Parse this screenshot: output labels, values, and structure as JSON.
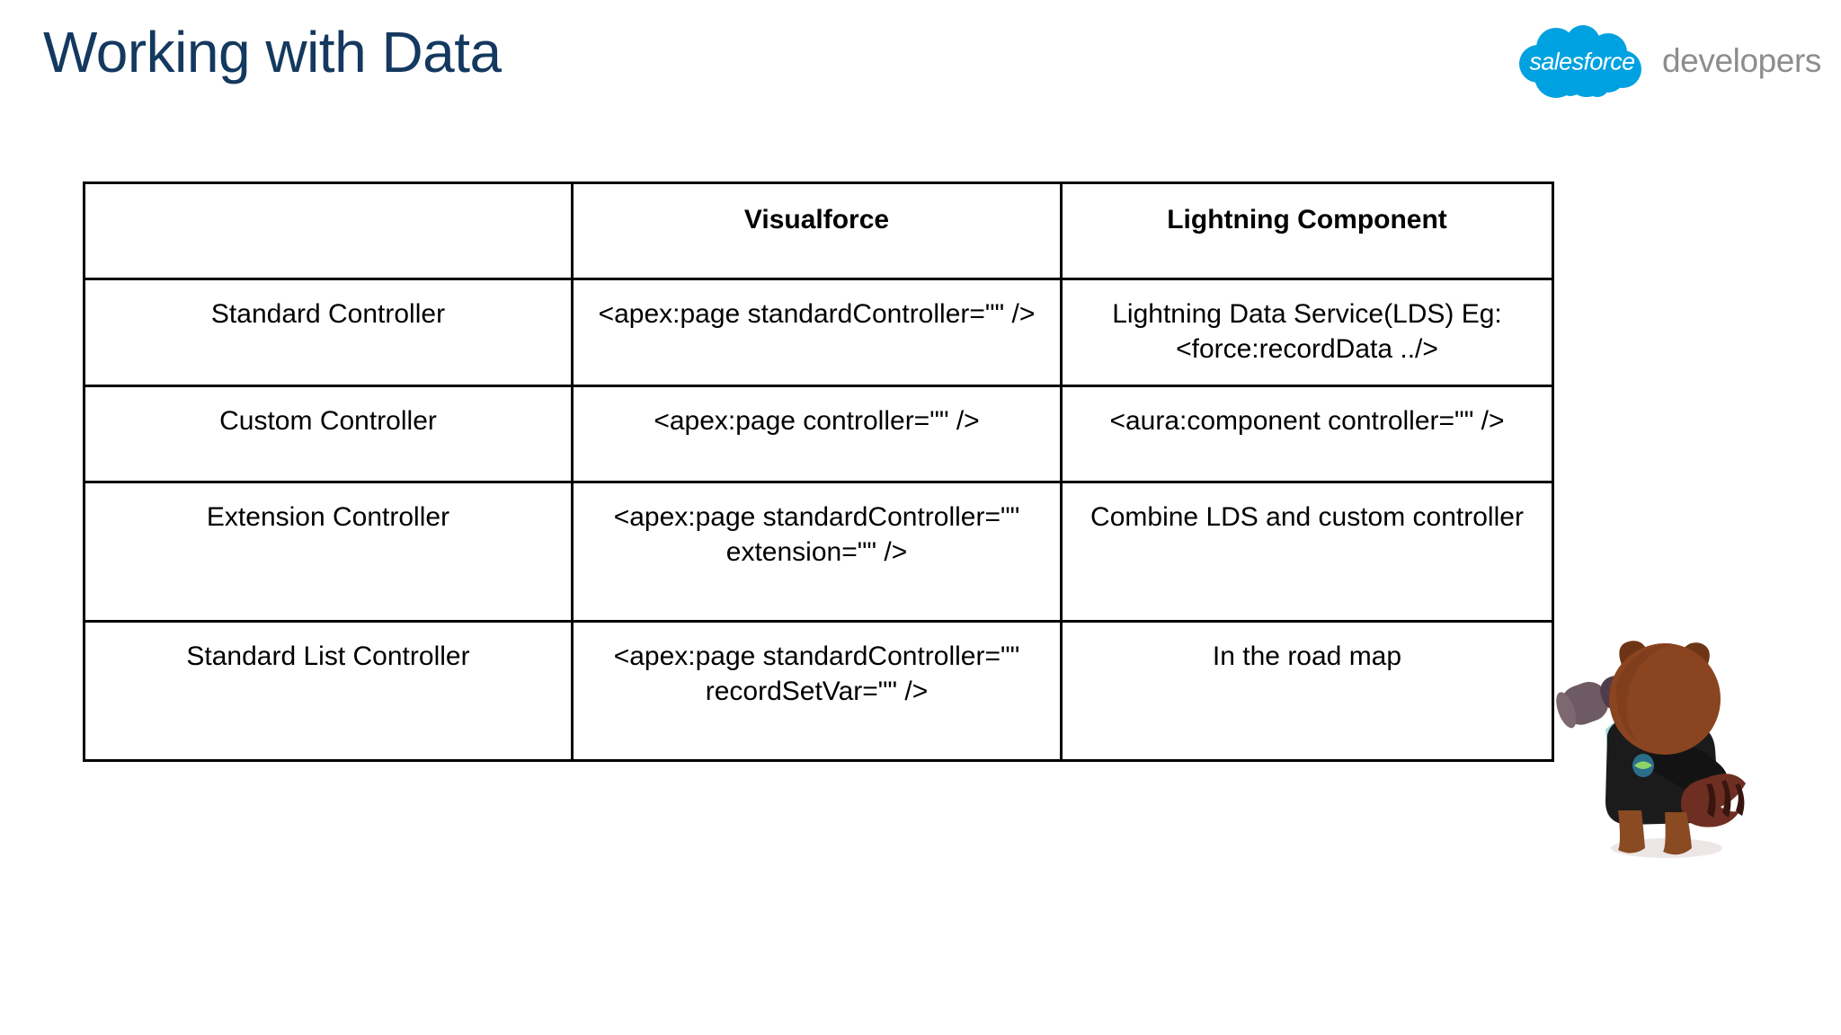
{
  "slide": {
    "title": "Working with Data"
  },
  "brand": {
    "cloud_wordmark": "salesforce",
    "developers_label": "developers",
    "cloud_color": "#00A1E0",
    "developers_color": "#8d8d8d",
    "title_color": "#14395f"
  },
  "table": {
    "headers": [
      "",
      "Visualforce",
      "Lightning Component"
    ],
    "rows": [
      {
        "label": "Standard Controller",
        "visualforce": "<apex:page standardController=\"\" />",
        "lightning": "Lightning Data Service(LDS) Eg: <force:recordData ../>"
      },
      {
        "label": "Custom Controller",
        "visualforce": "<apex:page controller=\"\" />",
        "lightning": "<aura:component controller=\"\" />"
      },
      {
        "label": "Extension Controller",
        "visualforce": "<apex:page standardController=\"\" extension=\"\" />",
        "lightning": "Combine LDS and custom controller"
      },
      {
        "label": "Standard List Controller",
        "visualforce": "<apex:page standardController=\"\" recordSetVar=\"\" />",
        "lightning": "In the road map"
      }
    ]
  },
  "mascot": {
    "name": "codey-bear-with-telescope",
    "fur_color": "#8B4513",
    "jacket_color": "#1c1c1c",
    "telescope_color": "#6b5560"
  }
}
